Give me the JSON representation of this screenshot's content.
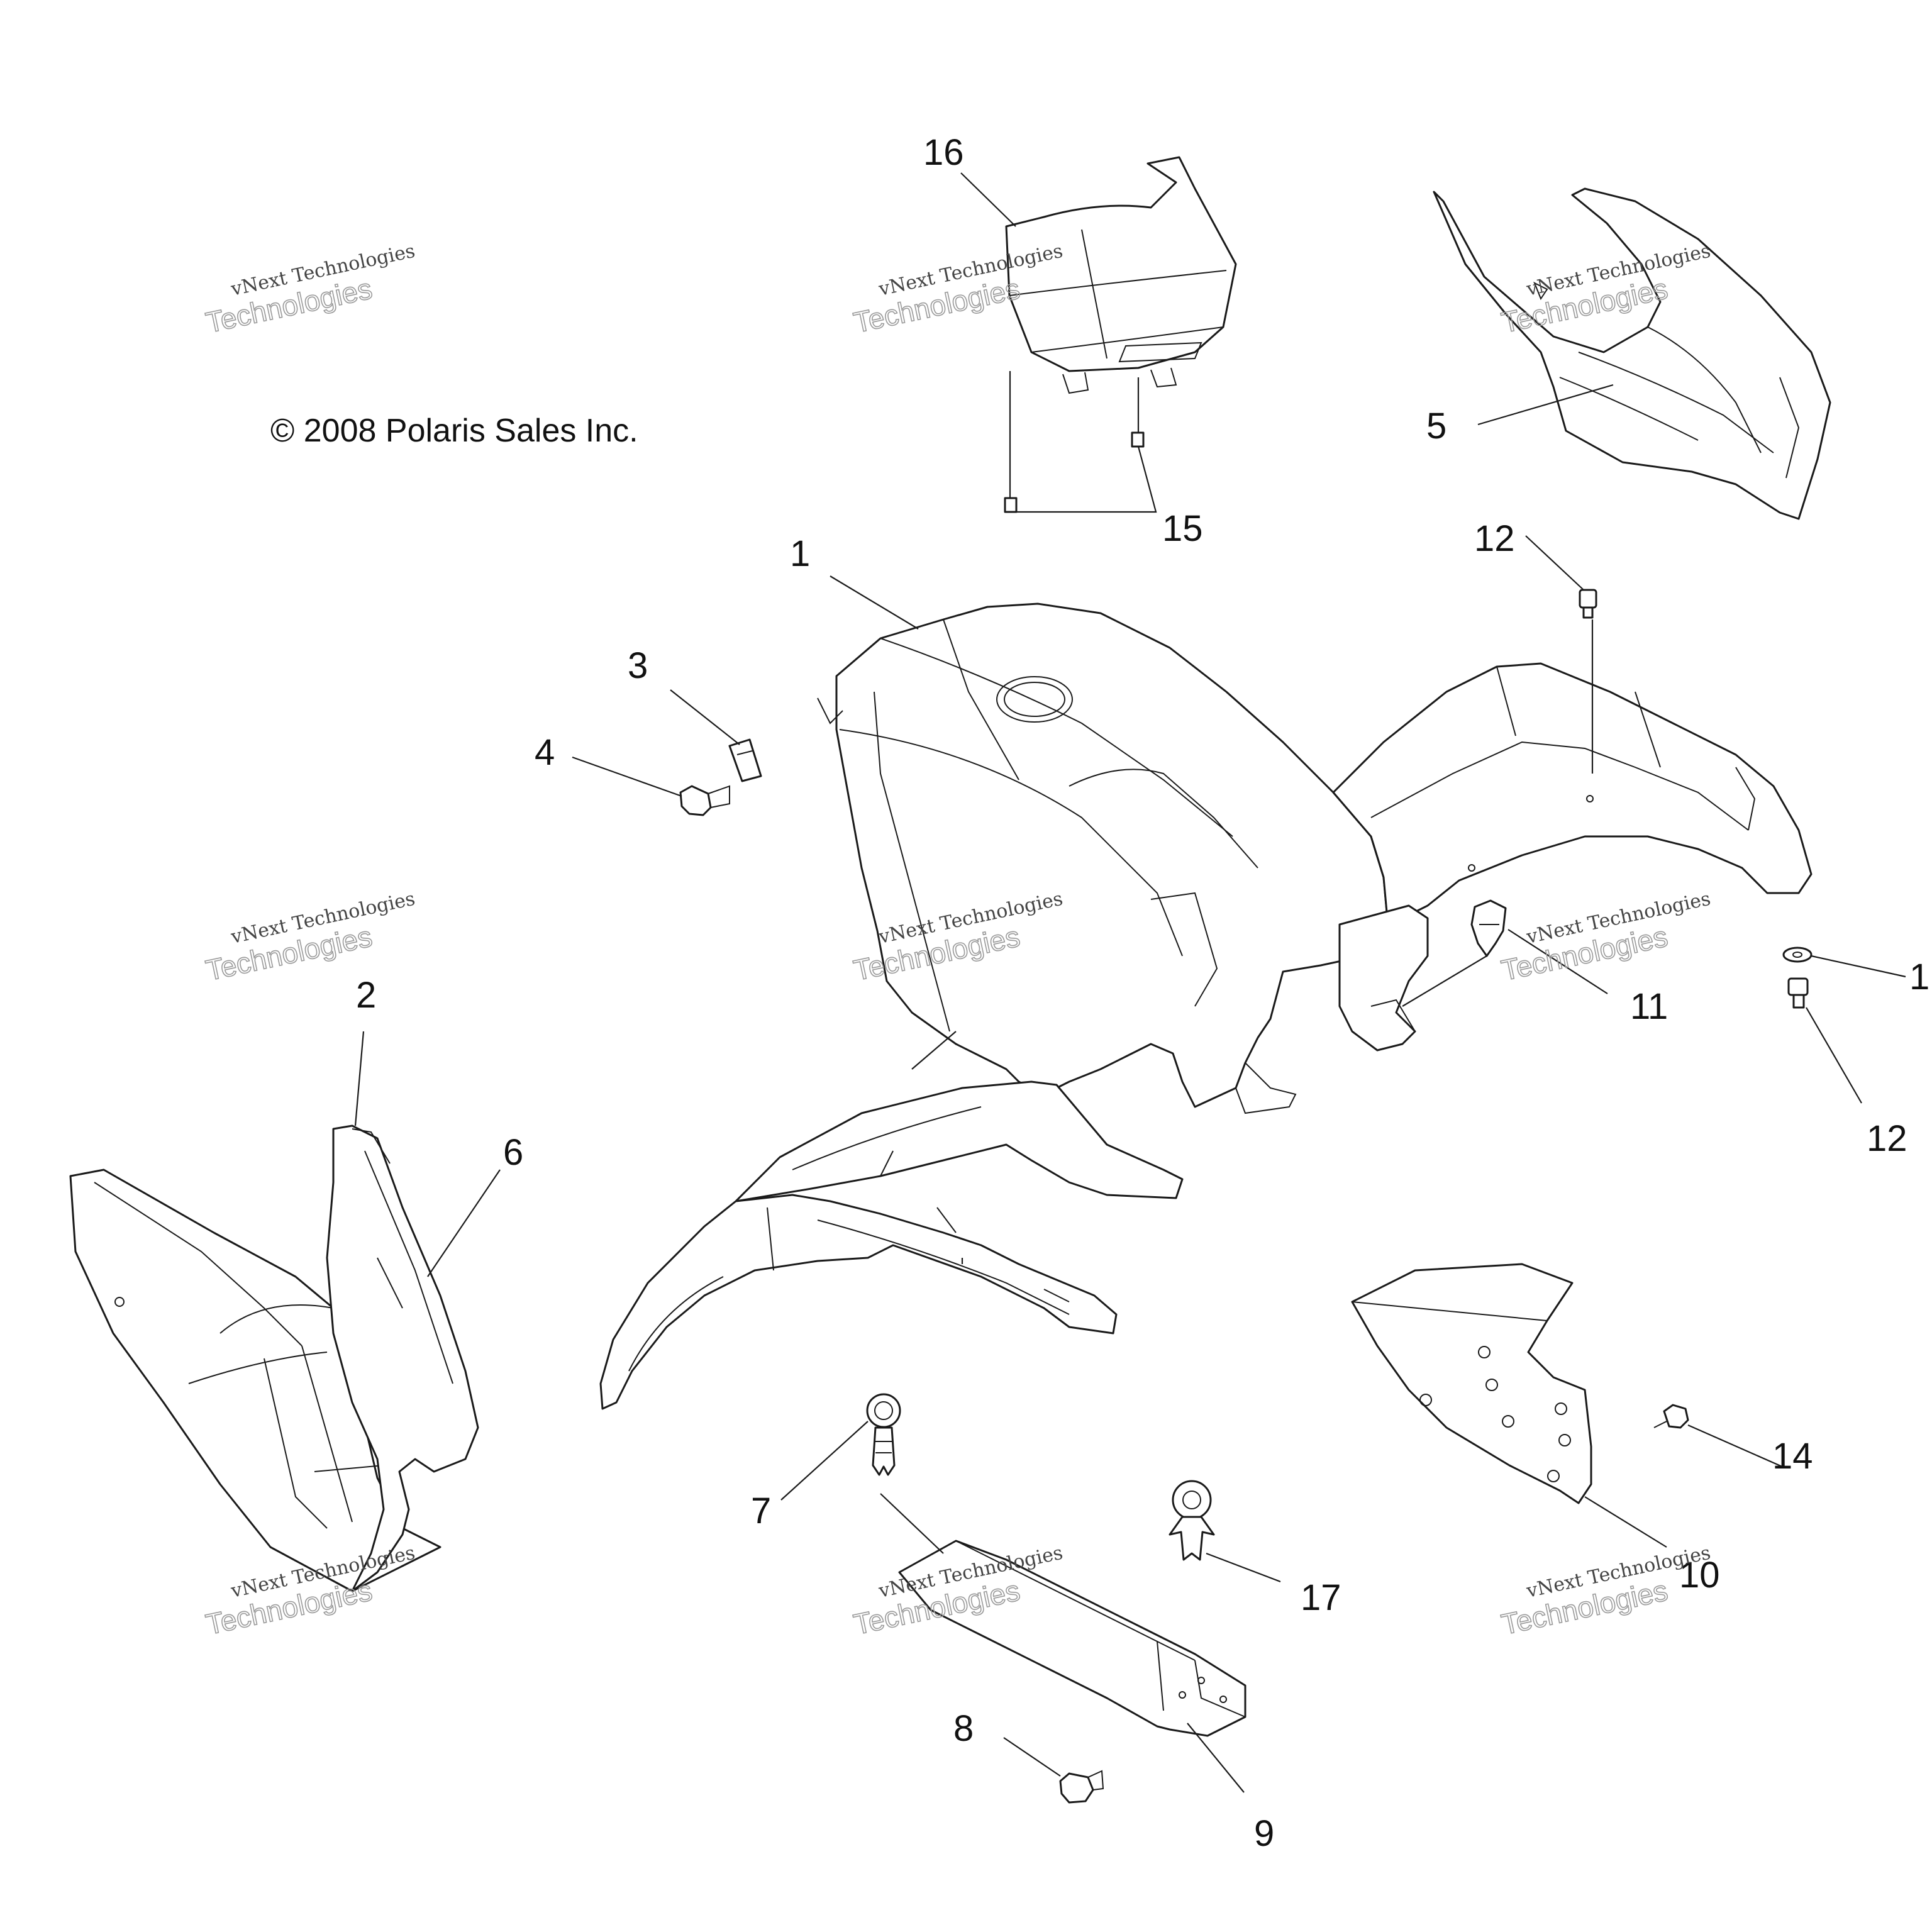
{
  "copyright": "© 2008 Polaris Sales Inc.",
  "watermark": {
    "line1": "vNext Technologies",
    "line2": "vNext Technologies",
    "line3": "Technologies"
  },
  "callouts": {
    "c1": "1",
    "c2": "2",
    "c3": "3",
    "c4": "4",
    "c5": "5",
    "c6": "6",
    "c7": "7",
    "c8": "8",
    "c9": "9",
    "c10": "10",
    "c11": "11",
    "c12a": "12",
    "c12b": "12",
    "c13": "1",
    "c14": "14",
    "c15": "15",
    "c16": "16",
    "c17": "17"
  },
  "colors": {
    "line": "#1a1a1a",
    "background": "#ffffff",
    "watermark": "#9a9a9a"
  }
}
